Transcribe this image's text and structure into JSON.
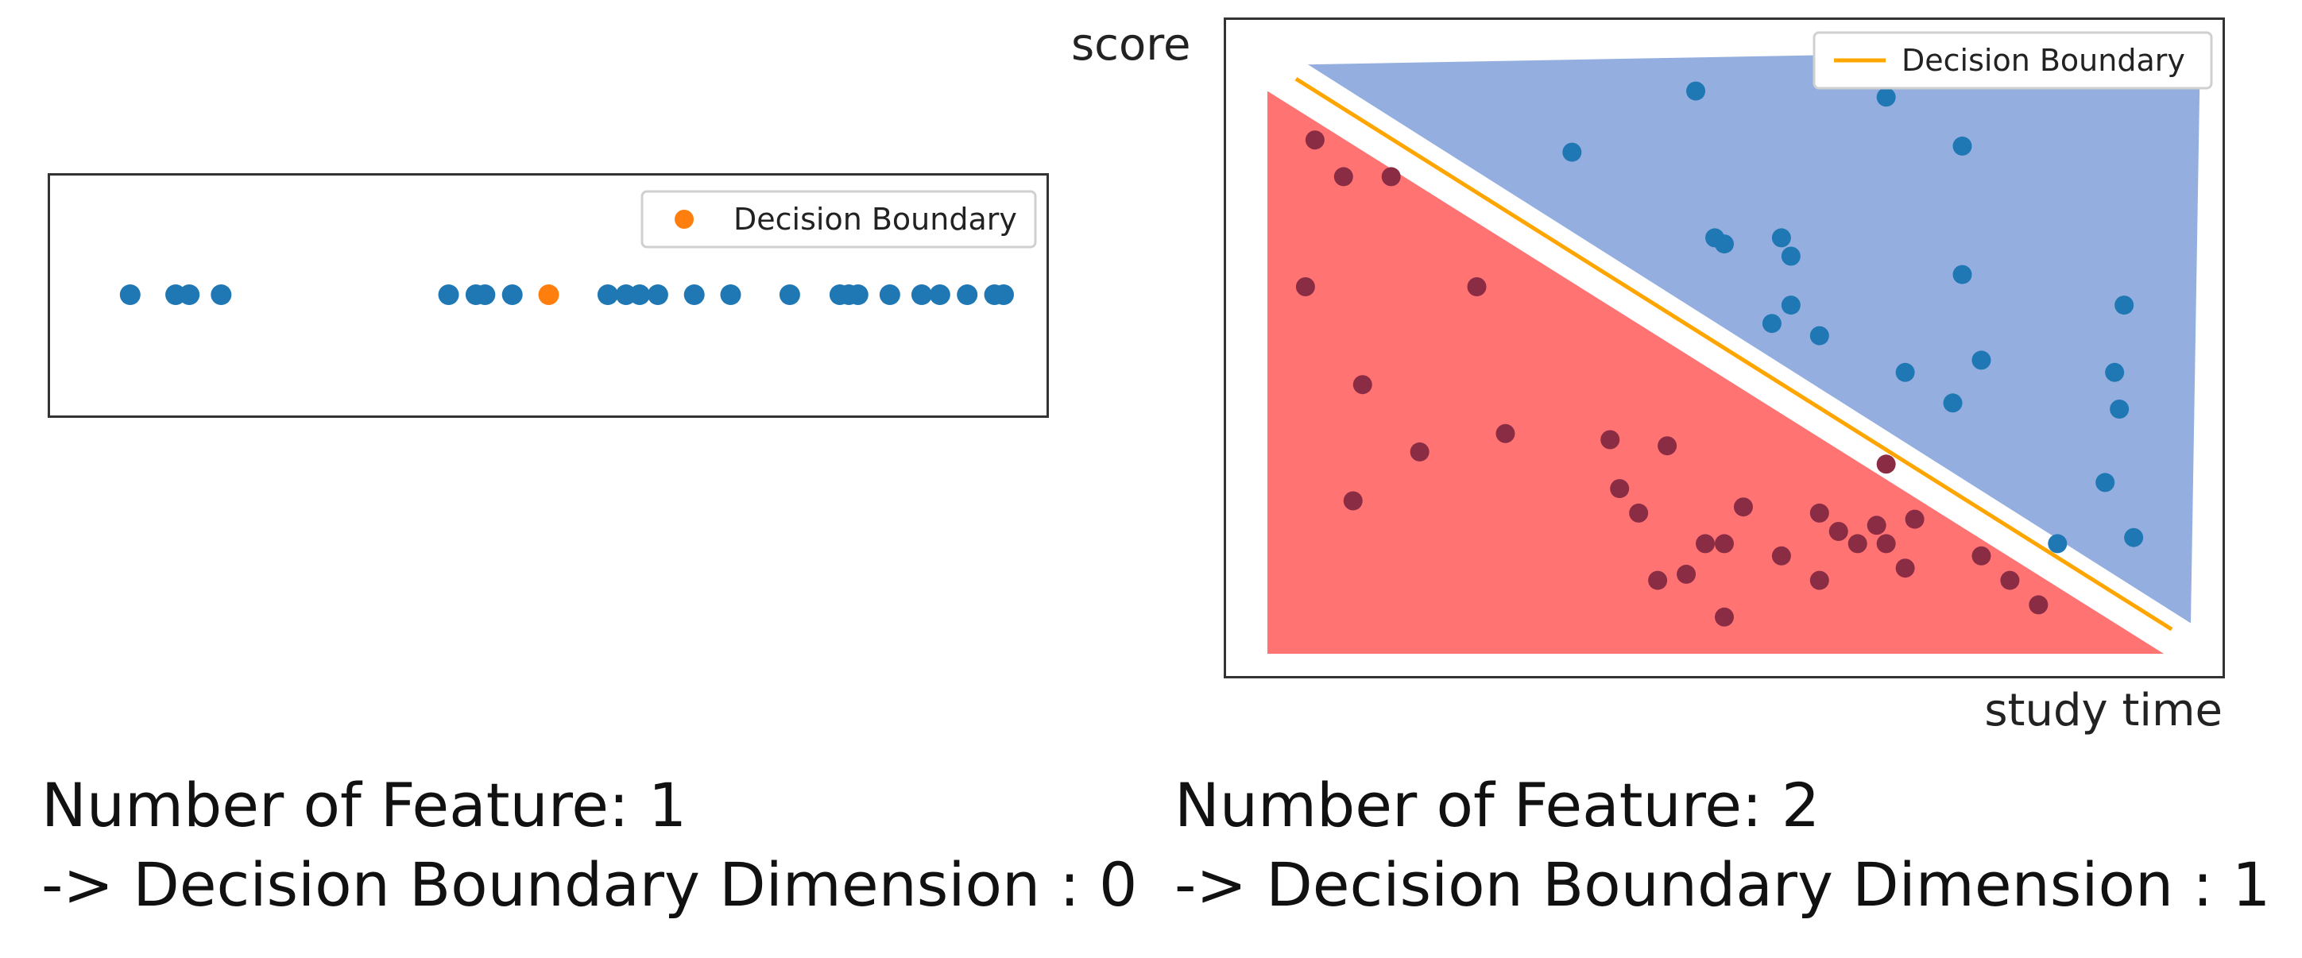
{
  "chart_data": [
    {
      "type": "scatter",
      "title": "",
      "xlabel": "",
      "ylabel": "",
      "xlim": [
        0,
        100
      ],
      "ylim": [
        0,
        1
      ],
      "grid": false,
      "legend": {
        "position": "top-right",
        "entries": [
          "Decision Boundary"
        ]
      },
      "colors": {
        "points": "#1f77b4",
        "boundary": "#ff7f0e"
      },
      "series": [
        {
          "values_x": [
            4,
            9,
            10.5,
            14,
            39,
            42,
            43,
            46,
            56.5,
            58.5,
            60,
            62,
            66,
            70,
            76.5,
            82,
            83,
            84,
            87.5,
            91,
            93,
            96,
            99,
            100
          ],
          "values_y": [
            0.5,
            0.5,
            0.5,
            0.5,
            0.5,
            0.5,
            0.5,
            0.5,
            0.5,
            0.5,
            0.5,
            0.5,
            0.5,
            0.5,
            0.5,
            0.5,
            0.5,
            0.5,
            0.5,
            0.5,
            0.5,
            0.5,
            0.5,
            0.5
          ]
        },
        {
          "name": "Decision Boundary",
          "values_x": [
            50
          ],
          "values_y": [
            0.5
          ]
        }
      ]
    },
    {
      "type": "scatter",
      "title": "",
      "xlabel": "study time",
      "ylabel": "score",
      "xlim": [
        0,
        100
      ],
      "ylim": [
        0,
        100
      ],
      "grid": false,
      "legend": {
        "position": "top-right",
        "entries": [
          "Decision Boundary"
        ]
      },
      "colors": {
        "points": "#1f77b4",
        "boundary": "#ffa500",
        "region_above": "#94afdf",
        "region_below": "#ff7373",
        "below_points": "#8b2c45"
      },
      "boundary": {
        "x": [
          5,
          97
        ],
        "y": [
          94,
          4
        ]
      },
      "series": [
        {
          "values_x": [
            47,
            61,
            67,
            34,
            75,
            49,
            50,
            56,
            57,
            57,
            55,
            60,
            75,
            69,
            77,
            74,
            92,
            91,
            91.5,
            90,
            93,
            85
          ],
          "values_y": [
            92,
            94,
            91,
            82,
            83,
            68,
            67,
            68,
            65,
            57,
            54,
            52,
            62,
            46,
            48,
            41,
            57,
            46,
            40,
            28,
            19,
            18
          ]
        },
        {
          "values_x": [
            7,
            6,
            10,
            15,
            12,
            18,
            11,
            24,
            27,
            38,
            39,
            41,
            50,
            50,
            52,
            44,
            48,
            43,
            46,
            56,
            60,
            62,
            64,
            67,
            66,
            70,
            77,
            69,
            60,
            80,
            83,
            67
          ],
          "values_y": [
            84,
            60,
            78,
            78,
            44,
            33,
            25,
            60,
            36,
            35,
            27,
            23,
            18,
            6,
            24,
            34,
            18,
            12,
            13,
            16,
            23,
            20,
            18,
            18,
            21,
            22,
            16,
            14,
            12,
            12,
            8,
            31
          ]
        }
      ]
    }
  ],
  "axis_labels": {
    "y": "score",
    "x": "study time"
  },
  "legend_label": "Decision Boundary",
  "captions": {
    "left_line1": "Number of Feature: 1",
    "left_line2": "-> Decision Boundary Dimension : 0",
    "right_line1": "Number of Feature: 2",
    "right_line2": "-> Decision Boundary Dimension : 1"
  }
}
